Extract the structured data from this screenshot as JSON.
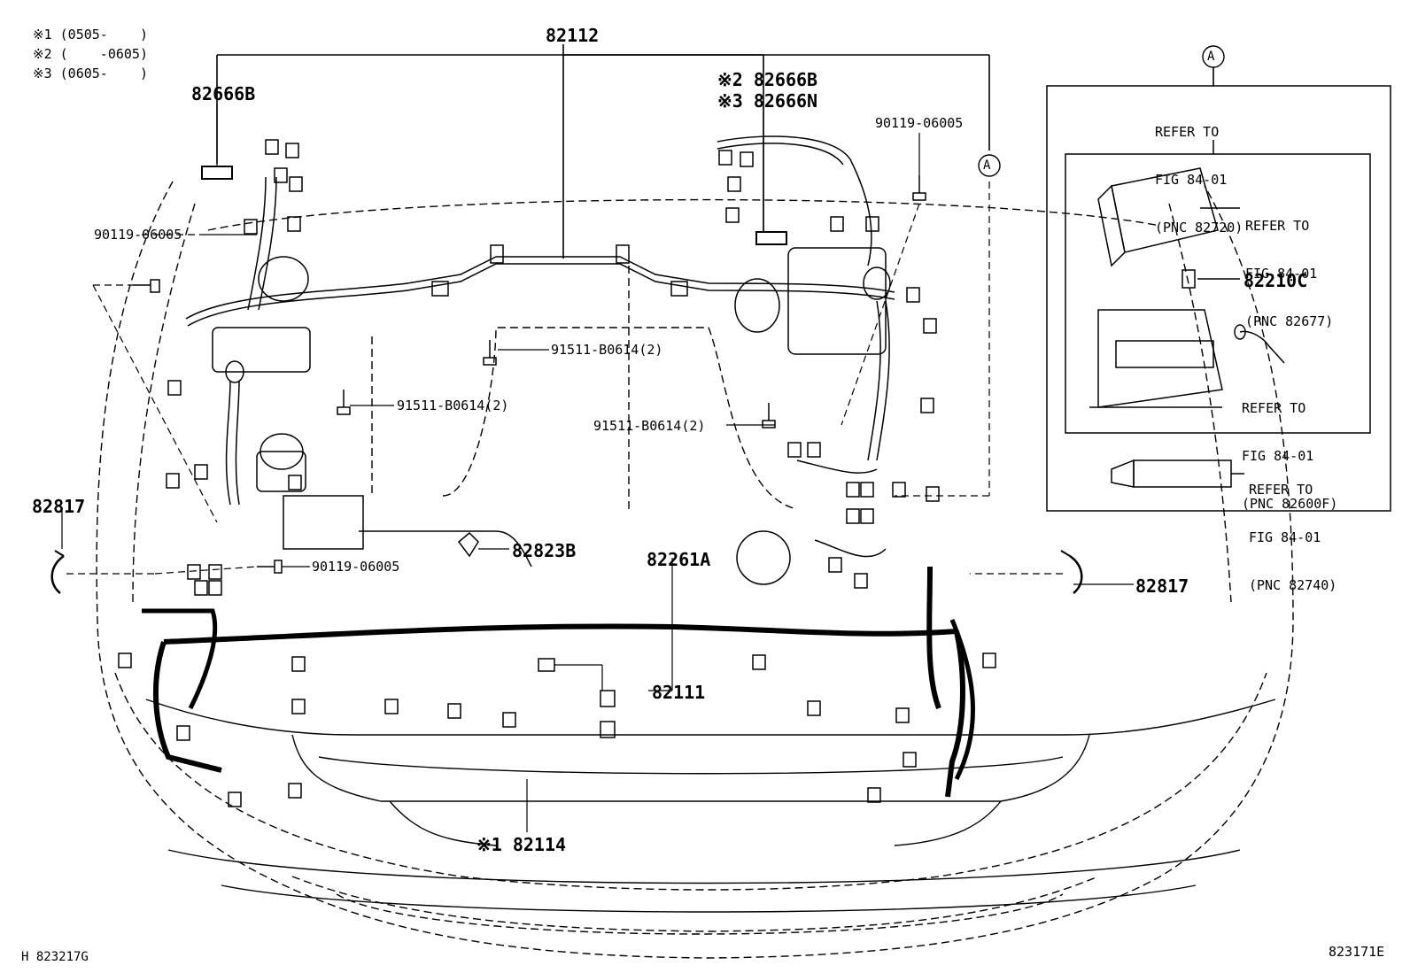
{
  "legend": {
    "line1": "※1 (0505-    )",
    "line2": "※2 (    -0605)",
    "line3": "※3 (0605-    )"
  },
  "callout_marker": "A",
  "parts": {
    "p82112": "82112",
    "p82666b_left": "82666B",
    "p82666b_right": "※2 82666B",
    "p82666n": "※3 82666N",
    "p90119_left_top": "90119-06005",
    "p90119_right_top": "90119-06005",
    "p90119_lower": "90119-06005",
    "p91511_a": "91511-B0614(2)",
    "p91511_b": "91511-B0614(2)",
    "p91511_c": "91511-B0614(2)",
    "p82817_left": "82817",
    "p82817_right": "82817",
    "p82823b": "82823B",
    "p82261a": "82261A",
    "p82111": "82111",
    "p82114": "※1 82114",
    "p82210c": "82210C"
  },
  "refer_box": {
    "ref1": [
      "REFER TO",
      "FIG 84-01",
      "(PNC 82720)"
    ],
    "ref2": [
      "REFER TO",
      "FIG 84-01",
      "(PNC 82677)"
    ],
    "ref3": [
      "REFER TO",
      "FIG 84-01",
      "(PNC 82600F)"
    ],
    "ref4": [
      "REFER TO",
      "FIG 84-01",
      "(PNC 82740)"
    ]
  },
  "footer": {
    "left_code": "H 823217G",
    "right_code": "823171E"
  }
}
